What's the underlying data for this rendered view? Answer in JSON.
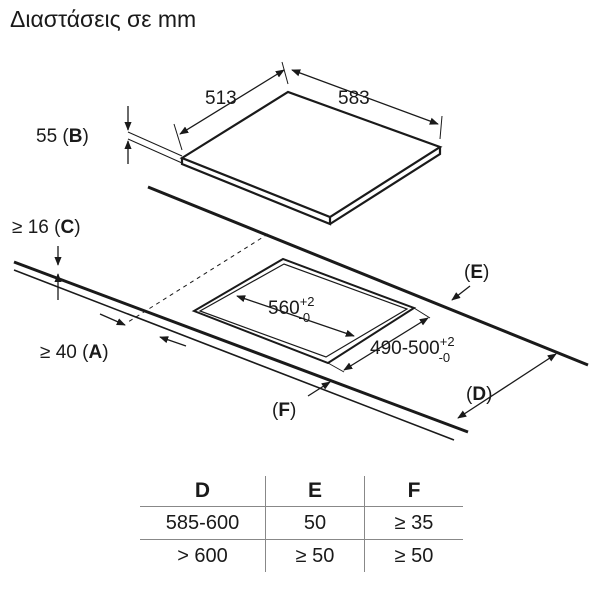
{
  "header": {
    "title": "Διαστάσεις σε mm"
  },
  "hob": {
    "width": "513",
    "depth": "583",
    "height": "55",
    "height_ref": "B"
  },
  "cutout": {
    "width": "560",
    "width_tol_plus": "+2",
    "width_tol_minus": "-0",
    "depth": "490-500",
    "depth_tol_plus": "+2",
    "depth_tol_minus": "-0"
  },
  "clearances": {
    "c_value": "≥ 16",
    "c_ref": "C",
    "a_value": "≥ 40",
    "a_ref": "A",
    "e_ref": "E",
    "d_ref": "D",
    "f_ref": "F"
  },
  "table": {
    "headers": [
      "D",
      "E",
      "F"
    ],
    "rows": [
      [
        "585-600",
        "50",
        "≥ 35"
      ],
      [
        "> 600",
        "≥ 50",
        "≥ 50"
      ]
    ]
  }
}
